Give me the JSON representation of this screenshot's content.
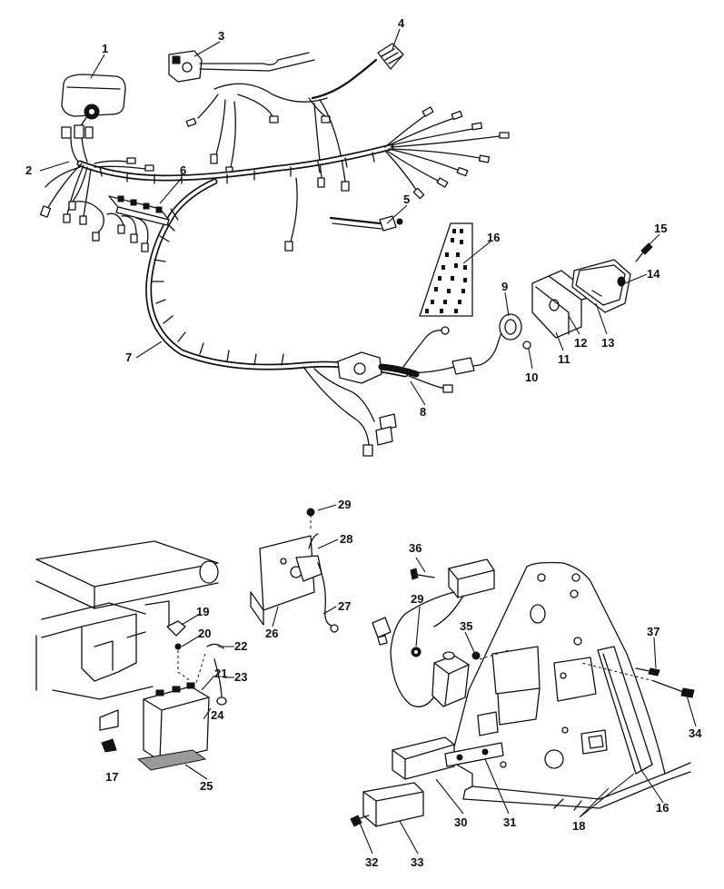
{
  "callouts": {
    "c1": "1",
    "c2": "2",
    "c3": "3",
    "c4": "4",
    "c5": "5",
    "c6": "6",
    "c7": "7",
    "c8": "8",
    "c9": "9",
    "c10": "10",
    "c11": "11",
    "c12": "12",
    "c13": "13",
    "c14": "14",
    "c15": "15",
    "c16a": "16",
    "c16b": "16",
    "c17": "17",
    "c18": "18",
    "c19": "19",
    "c20": "20",
    "c21": "21",
    "c22": "22",
    "c23": "23",
    "c24": "24",
    "c25": "25",
    "c26": "26",
    "c27": "27",
    "c28": "28",
    "c29a": "29",
    "c29b": "29",
    "c30": "30",
    "c31": "31",
    "c32": "32",
    "c33": "33",
    "c34": "34",
    "c35": "35",
    "c36": "36",
    "c37": "37"
  }
}
